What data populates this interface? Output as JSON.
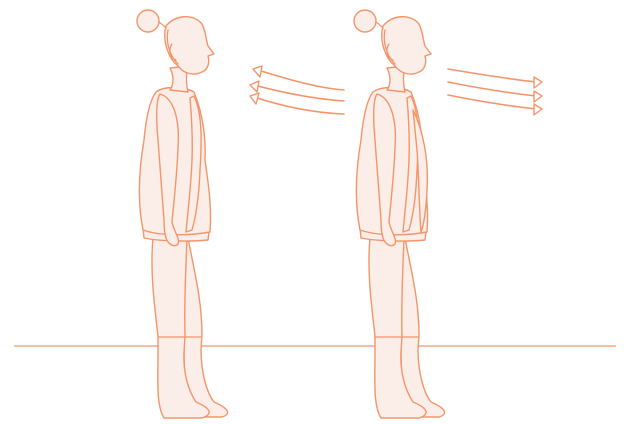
{
  "colors": {
    "stroke": "#f2956a",
    "fill": "#fbeee8",
    "background": "#ffffff"
  },
  "figures": [
    {
      "id": "left",
      "name": "person-inhaling",
      "breath": "inhale"
    },
    {
      "id": "right",
      "name": "person-exhaling",
      "breath": "exhale"
    }
  ],
  "icons": {
    "inhale": "arrows-pointing-left-icon",
    "exhale": "arrows-pointing-right-icon"
  }
}
